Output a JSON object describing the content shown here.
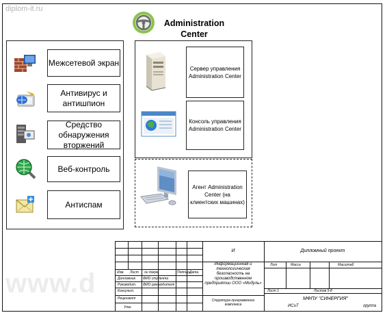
{
  "watermark": {
    "site": "diplom-it.ru",
    "big": "www.d"
  },
  "header": {
    "title_line1": "Administration",
    "title_line2": "Center"
  },
  "modules": [
    {
      "label": "Межсетевой экран",
      "icon": "firewall-icon"
    },
    {
      "label": "Антивирус и антишпион",
      "icon": "antivirus-icon"
    },
    {
      "label": "Средство обнаружения вторжений",
      "icon": "intrusion-detection-icon"
    },
    {
      "label": "Веб-контроль",
      "icon": "web-control-icon"
    },
    {
      "label": "Антиспам",
      "icon": "antispam-icon"
    }
  ],
  "servers": [
    {
      "label": "Сервер управления Administration Center",
      "icon": "server-icon"
    },
    {
      "label": "Консоль управления Administration Center",
      "icon": "console-icon"
    }
  ],
  "agent": {
    "label": "Агент Administration Center (на клиентских машинах)",
    "icon": "workstation-icon"
  },
  "stamp": {
    "code": "И",
    "doc_type": "Дипломный проект",
    "theme": "Информационная и технологическая безопасность на производственном предприятии ООО «Модуль»",
    "sheet_title": "Структура программного комплекса",
    "org": "МФПУ \"СИНЕРГИЯ\"",
    "dept": "ИСиТ",
    "group": "группа",
    "col_izm": "Изм.",
    "col_list": "Лист",
    "col_doc": "№ докум.",
    "col_sign": "Подпись",
    "col_date": "Дата",
    "role_dev": "Дипломник",
    "name_dev": "ФИО студента",
    "role_sup": "Руководит.",
    "name_sup": "ФИО руководителя",
    "role_cons": "Консульт.",
    "role_rev": "Рецензент",
    "role_appr": "Утв.",
    "lit": "Лит",
    "mass": "Масса",
    "scale": "Масштаб",
    "sheet": "Лист 1",
    "sheets": "Листов 5-8"
  }
}
